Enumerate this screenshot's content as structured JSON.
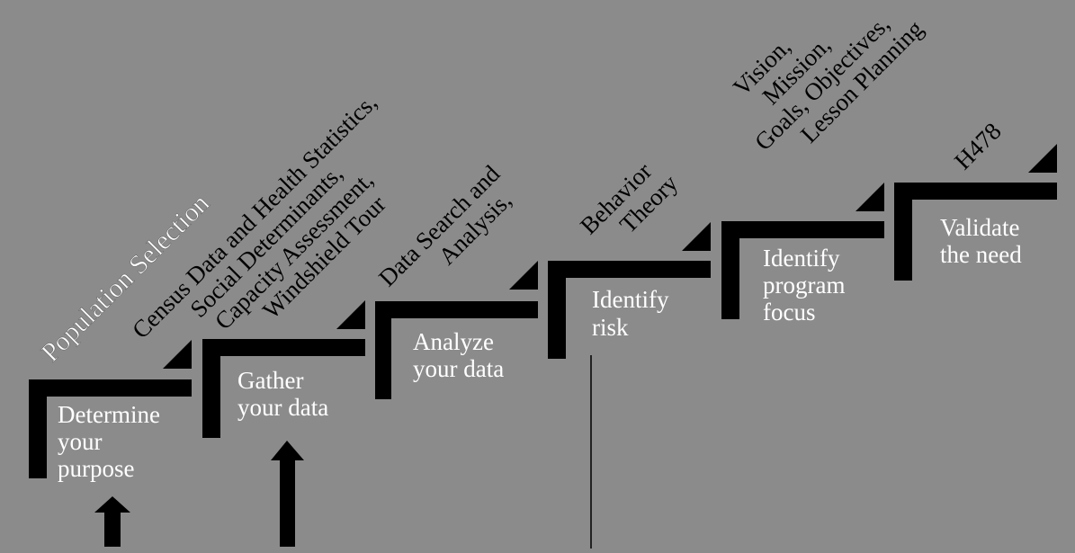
{
  "steps": [
    {
      "label_lines": [
        "Determine",
        "your",
        "purpose"
      ],
      "annotation_lines": [
        "Population Selection"
      ]
    },
    {
      "label_lines": [
        "Gather",
        "your data"
      ],
      "annotation_lines": [
        "Census Data and Health Statistics,",
        "Social Determinants,",
        "Capacity Assessment,",
        "Windshield Tour"
      ]
    },
    {
      "label_lines": [
        "Analyze",
        "your data"
      ],
      "annotation_lines": [
        "Data Search and",
        "Analysis,"
      ]
    },
    {
      "label_lines": [
        "Identify",
        "risk"
      ],
      "annotation_lines": [
        "Behavior",
        "Theory"
      ]
    },
    {
      "label_lines": [
        "Identify",
        "program",
        "focus"
      ],
      "annotation_lines": [
        "Vision,",
        "Mission,",
        "Goals, Objectives,",
        "Lesson Planning"
      ]
    },
    {
      "label_lines": [
        "Validate",
        "the need"
      ],
      "annotation_lines": [
        "H478"
      ]
    }
  ],
  "colors": {
    "background": "#8c8b8c",
    "step_fill": "#000000",
    "label_text": "#ffffff",
    "annotation_text": "#000000"
  },
  "icons": [
    "up-arrow-icon",
    "up-arrow-icon"
  ]
}
